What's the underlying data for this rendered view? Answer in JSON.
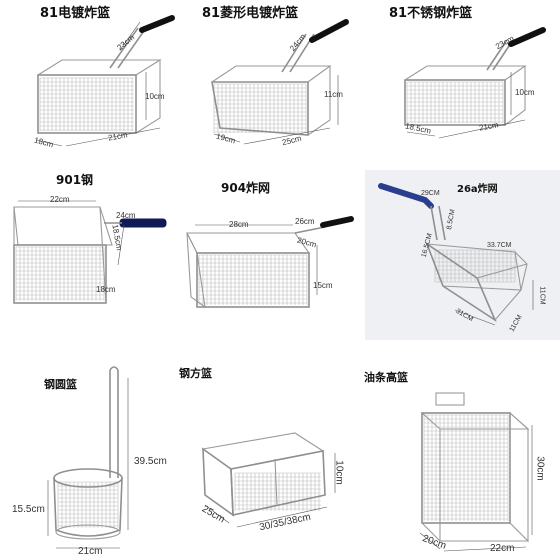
{
  "products": [
    {
      "id": "p1",
      "title": "81电镀炸篮",
      "dims": [
        "23cm",
        "10cm",
        "18cm",
        "21cm"
      ]
    },
    {
      "id": "p2",
      "title": "81菱形电镀炸篮",
      "dims": [
        "24cm",
        "11cm",
        "19cm",
        "25cm"
      ]
    },
    {
      "id": "p3",
      "title": "81不锈钢炸篮",
      "dims": [
        "23cm",
        "10cm",
        "18.5cm",
        "21cm"
      ]
    },
    {
      "id": "p4",
      "title": "901钢",
      "dims": [
        "22cm",
        "24cm",
        "18.5cm",
        "18cm"
      ]
    },
    {
      "id": "p5",
      "title": "904炸网",
      "dims": [
        "28cm",
        "26cm",
        "20cm",
        "15cm"
      ]
    },
    {
      "id": "p6",
      "title": "26a炸网",
      "dims": [
        "29CM",
        "8.5CM",
        "16.5CM",
        "33.7CM",
        "11CM",
        "31CM",
        "11CM"
      ]
    },
    {
      "id": "p7",
      "title": "钢圆篮",
      "dims": [
        "39.5cm",
        "15.5cm",
        "21cm"
      ]
    },
    {
      "id": "p8",
      "title": "钢方篮",
      "dims": [
        "10cm",
        "25cm",
        "30/35/38cm"
      ]
    },
    {
      "id": "p9",
      "title": "油条高篮",
      "dims": [
        "30cm",
        "20cm",
        "22cm"
      ]
    }
  ],
  "colors": {
    "handle": "#111111",
    "blue_handle": "#2b3d8f",
    "photo_bg": "#eef0f3",
    "wire": "#8f8f8f"
  }
}
